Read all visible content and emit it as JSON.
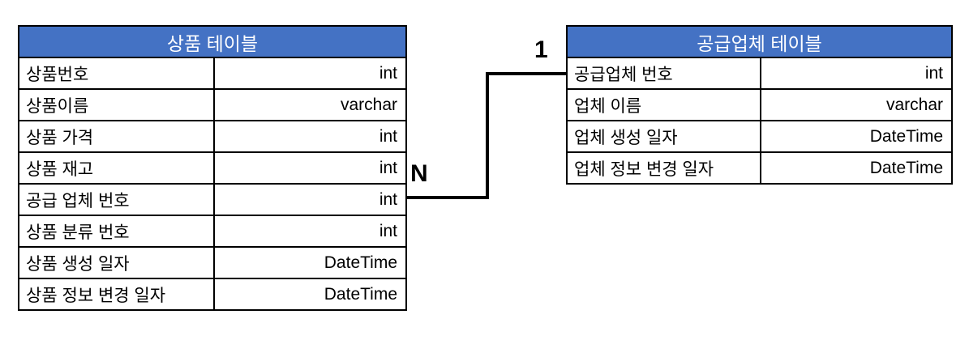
{
  "colors": {
    "header_bg": "#4472C4",
    "header_text": "#ffffff",
    "border": "#000000",
    "connector": "#000000",
    "background": "#ffffff"
  },
  "tables": [
    {
      "title": "상품 테이블",
      "rows": [
        {
          "name": "상품번호",
          "type": "int"
        },
        {
          "name": "상품이름",
          "type": "varchar"
        },
        {
          "name": "상품 가격",
          "type": "int"
        },
        {
          "name": "상품 재고",
          "type": "int"
        },
        {
          "name": "공급 업체 번호",
          "type": "int"
        },
        {
          "name": "상품 분류 번호",
          "type": "int"
        },
        {
          "name": "상품 생성 일자",
          "type": "DateTime"
        },
        {
          "name": "상품 정보 변경 일자",
          "type": "DateTime"
        }
      ]
    },
    {
      "title": "공급업체 테이블",
      "rows": [
        {
          "name": "공급업체 번호",
          "type": "int"
        },
        {
          "name": "업체 이름",
          "type": "varchar"
        },
        {
          "name": "업체 생성 일자",
          "type": "DateTime"
        },
        {
          "name": "업체 정보 변경 일자",
          "type": "DateTime"
        }
      ]
    }
  ],
  "relationship": {
    "many_label": "N",
    "one_label": "1"
  }
}
